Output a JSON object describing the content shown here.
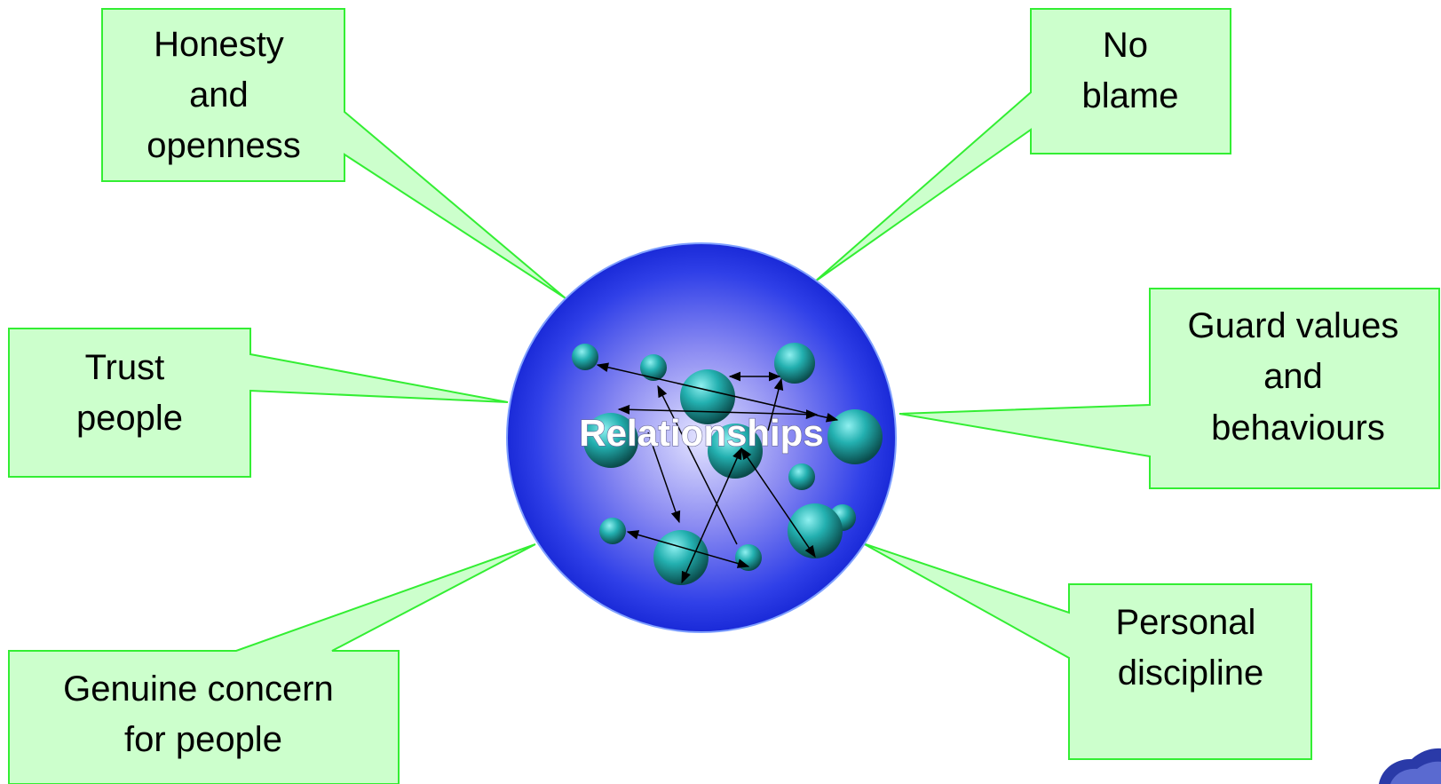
{
  "center": {
    "label": "Relationships"
  },
  "callouts": [
    {
      "id": "honesty",
      "lines": [
        "Honesty",
        "and",
        "openness"
      ]
    },
    {
      "id": "no-blame",
      "lines": [
        "No",
        "blame"
      ]
    },
    {
      "id": "trust",
      "lines": [
        "Trust",
        "people"
      ]
    },
    {
      "id": "guard",
      "lines": [
        "Guard values",
        "and",
        "behaviours"
      ]
    },
    {
      "id": "concern",
      "lines": [
        "Genuine concern",
        "for people"
      ]
    },
    {
      "id": "discipline",
      "lines": [
        "Personal",
        "discipline"
      ]
    }
  ],
  "colors": {
    "callout_fill": "#ccffcc",
    "callout_border": "#33ee33",
    "sphere_edge": "#1a33e6",
    "sphere_center": "#dcdcff",
    "bubble": "#1fa3a3",
    "arrow": "#000000"
  }
}
